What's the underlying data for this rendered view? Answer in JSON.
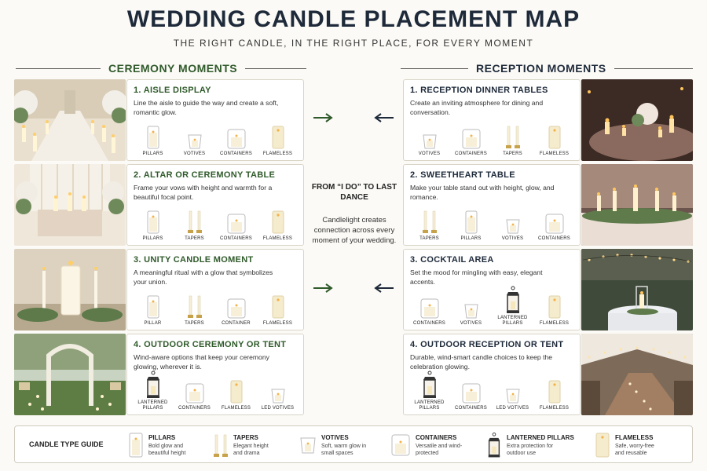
{
  "title": "WEDDING CANDLE PLACEMENT MAP",
  "subtitle": "THE RIGHT CANDLE, IN THE RIGHT PLACE, FOR EVERY MOMENT",
  "ceremony": {
    "heading": "CEREMONY MOMENTS",
    "cards": [
      {
        "title": "1. AISLE DISPLAY",
        "desc": "Line the aisle to guide the way and create a soft, romantic glow.",
        "icons": [
          {
            "name": "pillar-candle-icon",
            "label": "PILLARS"
          },
          {
            "name": "votive-candle-icon",
            "label": "VOTIVES"
          },
          {
            "name": "container-candle-icon",
            "label": "CONTAINERS"
          },
          {
            "name": "flameless-candle-icon",
            "label": "FLAMELESS"
          }
        ]
      },
      {
        "title": "2. ALTAR OR CEREMONY TABLE",
        "desc": "Frame your vows with height and warmth for a beautiful focal point.",
        "icons": [
          {
            "name": "pillar-candle-icon",
            "label": "PILLARS"
          },
          {
            "name": "taper-candle-icon",
            "label": "TAPERS"
          },
          {
            "name": "container-candle-icon",
            "label": "CONTAINERS"
          },
          {
            "name": "flameless-candle-icon",
            "label": "FLAMELESS"
          }
        ]
      },
      {
        "title": "3. UNITY CANDLE MOMENT",
        "desc": "A meaningful ritual with a glow that symbolizes your union.",
        "icons": [
          {
            "name": "pillar-candle-icon",
            "label": "PILLAR"
          },
          {
            "name": "taper-candle-icon",
            "label": "TAPERS"
          },
          {
            "name": "container-candle-icon",
            "label": "CONTAINER"
          },
          {
            "name": "flameless-candle-icon",
            "label": "FLAMELESS"
          }
        ]
      },
      {
        "title": "4. OUTDOOR CEREMONY OR TENT",
        "desc": "Wind-aware options that keep your ceremony glowing, wherever it is.",
        "icons": [
          {
            "name": "lantern-icon",
            "label": "LANTERNED PILLARS"
          },
          {
            "name": "container-candle-icon",
            "label": "CONTAINERS"
          },
          {
            "name": "flameless-candle-icon",
            "label": "FLAMELESS"
          },
          {
            "name": "votive-candle-icon",
            "label": "LED VOTIVES"
          }
        ]
      }
    ]
  },
  "reception": {
    "heading": "RECEPTION MOMENTS",
    "cards": [
      {
        "title": "1. RECEPTION DINNER TABLES",
        "desc": "Create an inviting atmosphere for dining and conversation.",
        "icons": [
          {
            "name": "votive-candle-icon",
            "label": "VOTIVES"
          },
          {
            "name": "container-candle-icon",
            "label": "CONTAINERS"
          },
          {
            "name": "taper-candle-icon",
            "label": "TAPERS"
          },
          {
            "name": "flameless-candle-icon",
            "label": "FLAMELESS"
          }
        ]
      },
      {
        "title": "2. SWEETHEART TABLE",
        "desc": "Make your table stand out with height, glow, and romance.",
        "icons": [
          {
            "name": "taper-candle-icon",
            "label": "TAPERS"
          },
          {
            "name": "pillar-candle-icon",
            "label": "PILLARS"
          },
          {
            "name": "votive-candle-icon",
            "label": "VOTIVES"
          },
          {
            "name": "container-candle-icon",
            "label": "CONTAINERS"
          }
        ]
      },
      {
        "title": "3. COCKTAIL AREA",
        "desc": "Set the mood for mingling with easy, elegant accents.",
        "icons": [
          {
            "name": "container-candle-icon",
            "label": "CONTAINERS"
          },
          {
            "name": "votive-candle-icon",
            "label": "VOTIVES"
          },
          {
            "name": "lantern-icon",
            "label": "LANTERNED PILLARS"
          },
          {
            "name": "flameless-candle-icon",
            "label": "FLAMELESS"
          }
        ]
      },
      {
        "title": "4. OUTDOOR RECEPTION OR TENT",
        "desc": "Durable, wind-smart candle choices to keep the celebration glowing.",
        "icons": [
          {
            "name": "lantern-icon",
            "label": "LANTERNED PILLARS"
          },
          {
            "name": "container-candle-icon",
            "label": "CONTAINERS"
          },
          {
            "name": "votive-candle-icon",
            "label": "LED VOTIVES"
          },
          {
            "name": "flameless-candle-icon",
            "label": "FLAMELESS"
          }
        ]
      }
    ]
  },
  "center": {
    "heading": "FROM “I DO” TO LAST DANCE",
    "body": "Candlelight creates connection across every moment of your wedding."
  },
  "guide": {
    "label": "CANDLE TYPE GUIDE",
    "items": [
      {
        "name": "pillar-candle-icon",
        "title": "PILLARS",
        "desc": "Bold glow and beautiful height"
      },
      {
        "name": "taper-candle-icon",
        "title": "TAPERS",
        "desc": "Elegant height and drama"
      },
      {
        "name": "votive-candle-icon",
        "title": "VOTIVES",
        "desc": "Soft, warm glow in small spaces"
      },
      {
        "name": "container-candle-icon",
        "title": "CONTAINERS",
        "desc": "Versatile and wind-protected"
      },
      {
        "name": "lantern-icon",
        "title": "LANTERNED PILLARS",
        "desc": "Extra protection for outdoor use"
      },
      {
        "name": "flameless-candle-icon",
        "title": "FLAMELESS",
        "desc": "Safe, worry-free and reusable"
      }
    ]
  },
  "colors": {
    "ceremony_accent": "#2f5a2a",
    "reception_accent": "#1e2a3a",
    "arrow_green": "#2f5a2a",
    "arrow_navy": "#1e2a3a"
  }
}
